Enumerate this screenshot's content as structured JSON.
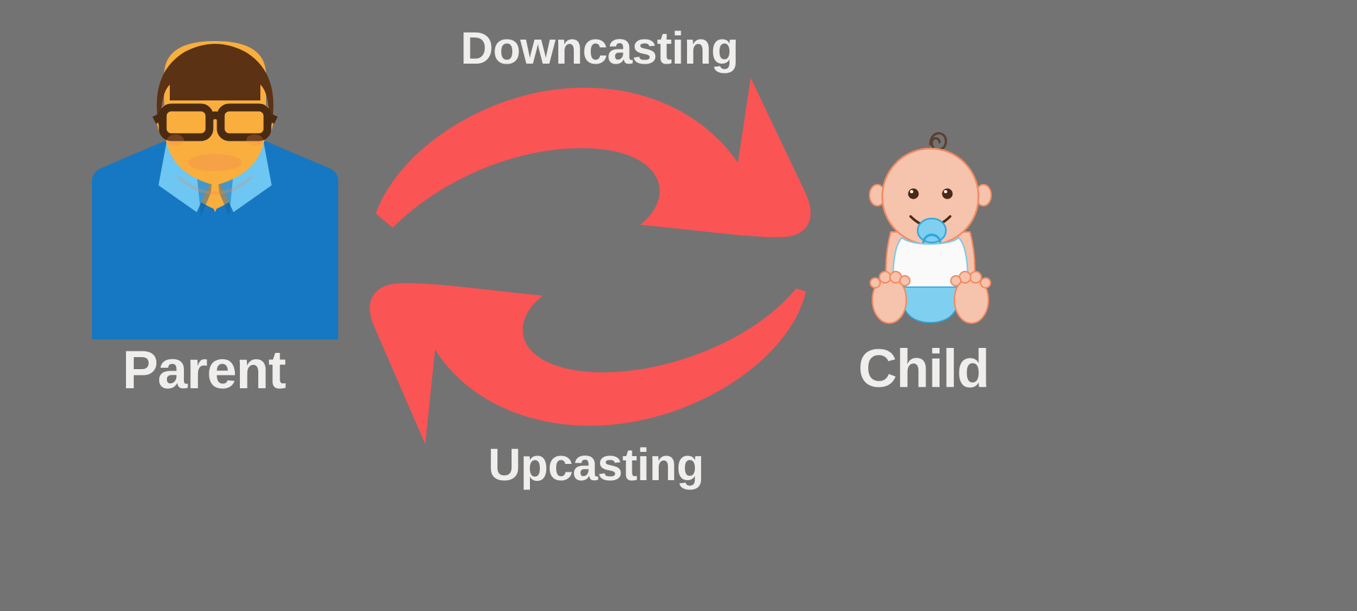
{
  "background_color": "#737373",
  "diagram": {
    "type": "cyclic-relationship",
    "title_text_color": "#EFEEEC",
    "nodes": [
      {
        "id": "parent",
        "label": "Parent",
        "icon": "man-with-glasses-avatar",
        "colors": {
          "hair": "#5B3213",
          "skin": "#F9AE3E",
          "glasses": "#4A2A10",
          "shirt": "#1678C2",
          "collar": "#6EC6F2",
          "shadow": "#0F5E9C"
        }
      },
      {
        "id": "child",
        "label": "Child",
        "icon": "baby-avatar",
        "colors": {
          "skin": "#F6C3AC",
          "outline": "#F08A63",
          "hair_curl": "#5A4030",
          "shirt": "#FAFAFA",
          "shirt_outline": "#7FC8E8",
          "diaper": "#7FD0F0",
          "pacifier": "#55C4EF",
          "eyes": "#4A2A14"
        }
      }
    ],
    "arrows": [
      {
        "id": "downcasting-arrow",
        "label": "Downcasting",
        "direction": "parent-to-child",
        "position": "top",
        "color": "#FB5454"
      },
      {
        "id": "upcasting-arrow",
        "label": "Upcasting",
        "direction": "child-to-parent",
        "position": "bottom",
        "color": "#FB5454"
      }
    ]
  },
  "labels": {
    "downcasting": "Downcasting",
    "upcasting": "Upcasting",
    "parent": "Parent",
    "child": "Child"
  }
}
